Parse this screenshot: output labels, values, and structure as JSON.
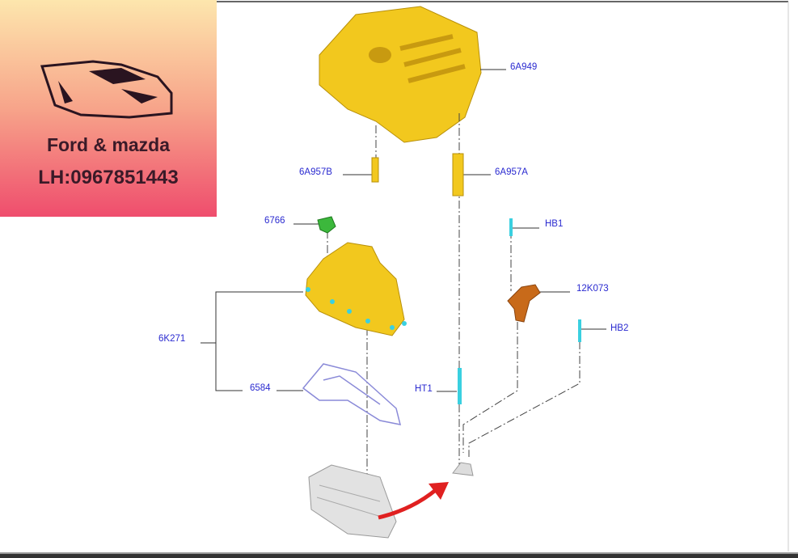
{
  "logo": {
    "brand": "Ford & mazda",
    "contact": "LH:0967851443"
  },
  "parts": {
    "engine_cover": "6A949",
    "stud_b": "6A957B",
    "stud_a": "6A957A",
    "oil_cap": "6766",
    "bolt_hb1": "HB1",
    "sensor": "12K073",
    "valve_cover": "6K271",
    "bolt_hb2": "HB2",
    "bolt_ht1": "HT1",
    "gasket": "6584"
  },
  "colors": {
    "label": "#2a2ad0",
    "cover": "#f2c81e",
    "cap": "#3cb83c",
    "sensor": "#c86a1a",
    "bolt": "#3ad0e0",
    "arrow": "#e02020"
  }
}
